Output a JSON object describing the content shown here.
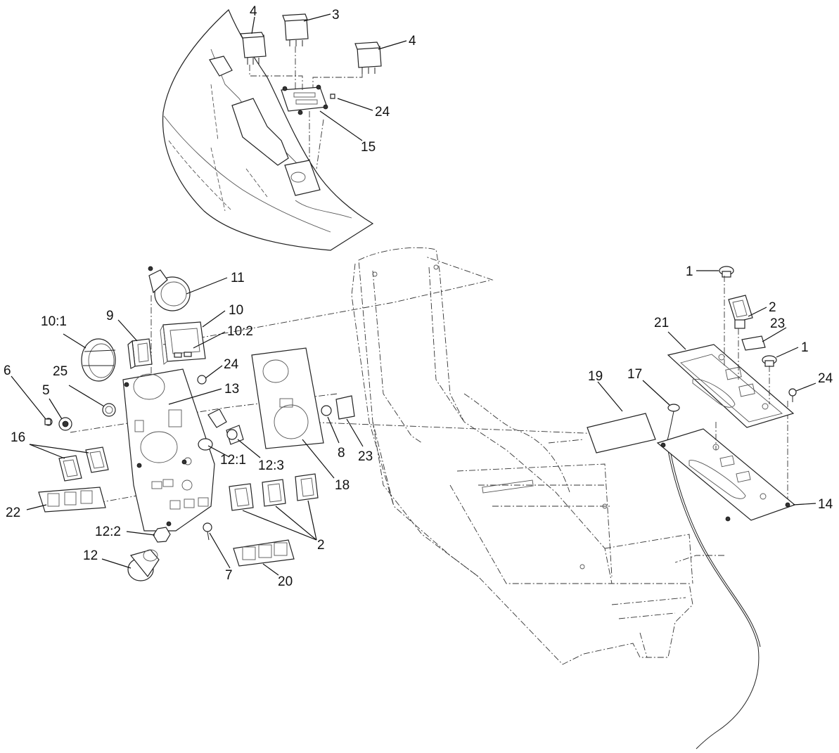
{
  "diagram": {
    "callouts": {
      "c4a": "4",
      "c3": "3",
      "c4b": "4",
      "c24a": "24",
      "c15": "15",
      "c11": "11",
      "c9": "9",
      "c10": "10",
      "c101": "10:1",
      "c102": "10:2",
      "c24b": "24",
      "c6": "6",
      "c25": "25",
      "c13": "13",
      "c5": "5",
      "c16": "16",
      "c121": "12:1",
      "c123": "12:3",
      "c8": "8",
      "c23a": "23",
      "c18": "18",
      "c22": "22",
      "c122": "12:2",
      "c2a": "2",
      "c12": "12",
      "c7": "7",
      "c20": "20",
      "c1a": "1",
      "c2b": "2",
      "c21": "21",
      "c23b": "23",
      "c1b": "1",
      "c24c": "24",
      "c19": "19",
      "c17": "17",
      "c14": "14"
    }
  }
}
